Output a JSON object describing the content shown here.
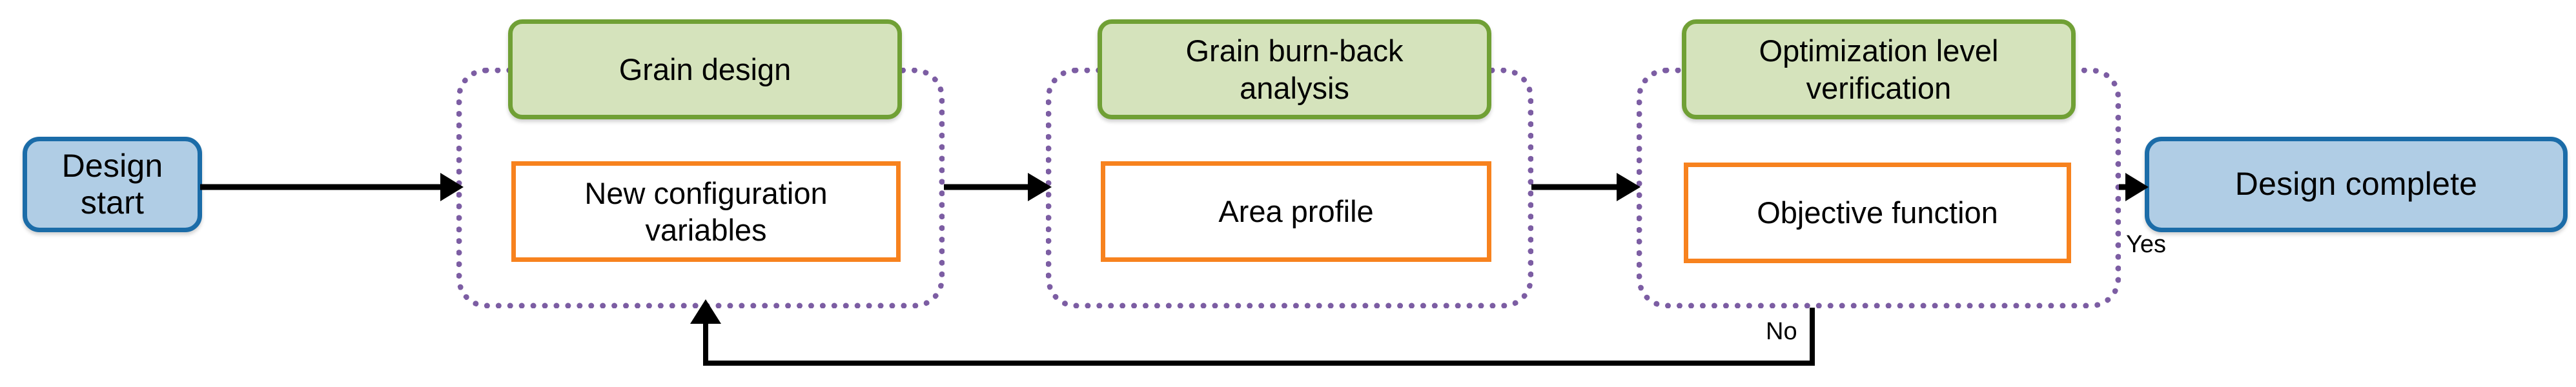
{
  "diagram": {
    "title": "Grain design optimization loop flowchart",
    "colors": {
      "terminal_fill": "#B0CDE5",
      "terminal_border": "#1B6CA8",
      "stage_fill": "#D5E3BC",
      "stage_border": "#70A035",
      "data_fill": "#FFFFFF",
      "data_border": "#F7821E",
      "group_border": "#7C5DA3",
      "connector": "#000000",
      "background": "#FFFFFF"
    },
    "terminals": [
      {
        "id": "design-start",
        "label": "Design start"
      },
      {
        "id": "design-complete",
        "label": "Design complete"
      }
    ],
    "groups": [
      {
        "id": "grain-design",
        "stage_label": "Grain design",
        "data_label": "New configuration\nvariables",
        "data_label_line1": "New configuration",
        "data_label_line2": "variables"
      },
      {
        "id": "grain-burn-back-analysis",
        "stage_label": "Grain burn-back\nanalysis",
        "stage_label_line1": "Grain burn-back",
        "stage_label_line2": "analysis",
        "data_label": "Area profile"
      },
      {
        "id": "optimization-level-verification",
        "stage_label": "Optimization level\nverification",
        "stage_label_line1": "Optimization level",
        "stage_label_line2": "verification",
        "data_label": "Objective function"
      }
    ],
    "edge_labels": [
      {
        "id": "yes",
        "label": "Yes"
      },
      {
        "id": "no",
        "label": "No"
      }
    ]
  }
}
